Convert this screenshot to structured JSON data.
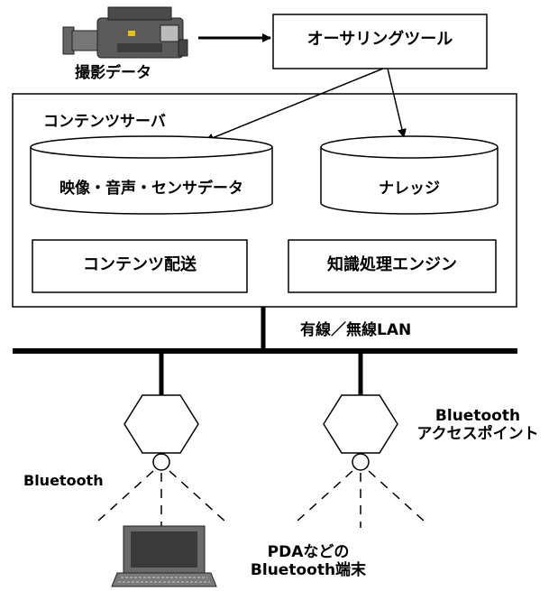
{
  "camera": {
    "label": "撮影データ",
    "icon": "video-camera-icon"
  },
  "authoring_tool": {
    "label": "オーサリングツール"
  },
  "content_server": {
    "title": "コンテンツサーバ",
    "db_media": "映像・音声・センサデータ",
    "db_knowledge": "ナレッジ",
    "delivery": "コンテンツ配送",
    "knowledge_engine": "知識処理エンジン"
  },
  "network": {
    "label": "有線／無線LAN"
  },
  "access_point": {
    "label_line1": "Bluetooth",
    "label_line2": "アクセスポイント"
  },
  "bluetooth_label": "Bluetooth",
  "terminal": {
    "label_line1": "PDAなどの",
    "label_line2": "Bluetooth端末",
    "icon": "laptop-icon"
  },
  "colors": {
    "stroke": "#000000",
    "background": "#ffffff",
    "camera_body": "#5a5a5a",
    "laptop_screen": "#3a3a3a"
  }
}
